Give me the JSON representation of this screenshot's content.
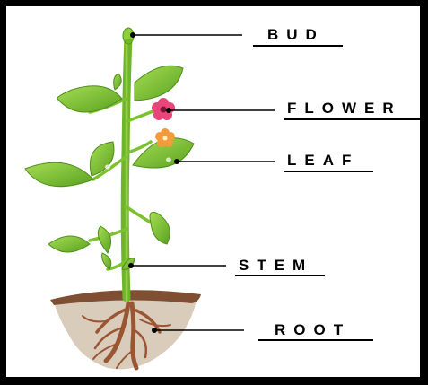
{
  "labels": {
    "bud": "BUD",
    "flower": "FLOWER",
    "leaf": "LEAF",
    "stem": "STEM",
    "root": "ROOT"
  },
  "colors": {
    "leaf_green": "#7cc22e",
    "leaf_dark": "#4e8f1c",
    "stem_green": "#86c93a",
    "soil_top": "#8a5a3c",
    "soil_body": "#d8cab8",
    "root_brown": "#9a5632",
    "flower_pink": "#e8457a",
    "flower_orange": "#f59a3a"
  }
}
